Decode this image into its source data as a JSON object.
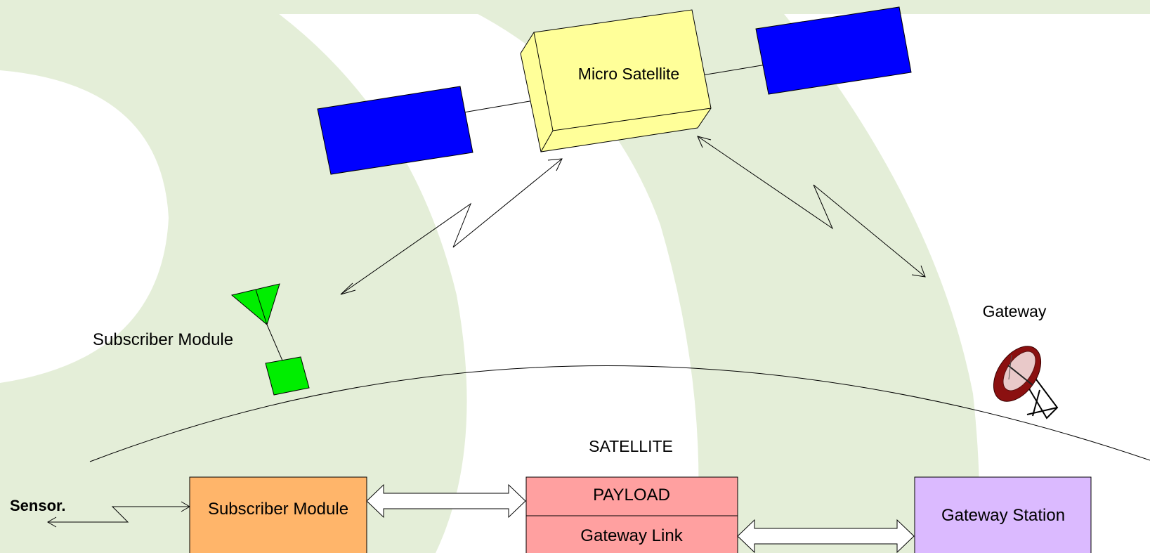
{
  "labels": {
    "micro_satellite": "Micro Satellite",
    "subscriber_module": "Subscriber Module",
    "gateway": "Gateway",
    "satellite_heading": "SATELLITE",
    "sensor": "Sensor."
  },
  "blocks": {
    "subscriber_module": "Subscriber Module",
    "payload": "PAYLOAD",
    "gateway_link": "Gateway Link",
    "gateway_station": "Gateway Station"
  },
  "colors": {
    "background_bands": "#e4eed8",
    "solar_panel": "#0000ff",
    "satellite_body": "#ffff99",
    "antenna_green": "#00ee00",
    "subscriber_block": "#ffb56a",
    "payload_block": "#ffa0a0",
    "gateway_block": "#dbbaff",
    "dish_red": "#8b1010"
  }
}
